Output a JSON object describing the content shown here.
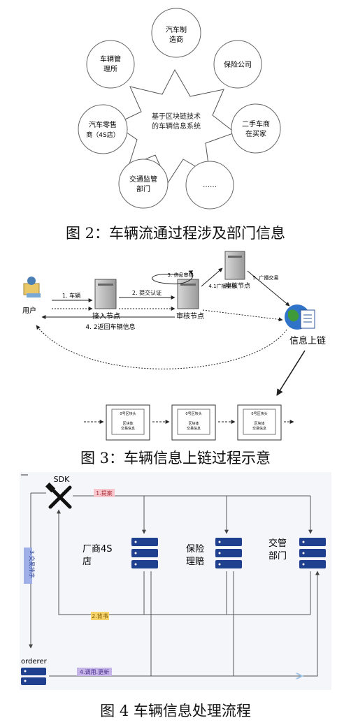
{
  "fig2": {
    "center": [
      "基于区块链技术",
      "的车辆信息系统"
    ],
    "nodes": [
      [
        "汽车制",
        "造商"
      ],
      [
        "保险公司"
      ],
      [
        "二手车商",
        "在买家"
      ],
      [
        "……"
      ],
      [
        "交通监管",
        "部门"
      ],
      [
        "汽车零售",
        "商（4S店）"
      ],
      [
        "车辆管",
        "理所"
      ]
    ],
    "caption": "图 2：车辆流通过程涉及部门信息"
  },
  "fig3": {
    "user": "用户",
    "access_node": "接入节点",
    "audit_node_1": "审核节点",
    "audit_node_2": "审核节点",
    "chain": "信息上链",
    "arrow_1": "1. 车辆",
    "arrow_2": "2. 提交认证",
    "arrow_3": "3. 信息审核",
    "arrow_41": "4.1广播交易",
    "arrow_5": "5. 广播交易",
    "arrow_42": "4. 2返回车辆信息",
    "block_header": "0号区块头",
    "block_body": [
      "区块体",
      "交易信息"
    ],
    "caption": "图 3：车辆信息上链过程示意"
  },
  "fig4": {
    "sdk": "SDK",
    "step1": "1.提案",
    "step2": "2.背书",
    "step3": "3.交易排序",
    "step4": "4.调用.更新",
    "org1": [
      "厂商4S",
      "店"
    ],
    "org2": [
      "保险",
      "理赔"
    ],
    "org3": [
      "交管",
      "部门"
    ],
    "orderer": "orderer",
    "caption": "图 4 车辆信息处理流程"
  }
}
